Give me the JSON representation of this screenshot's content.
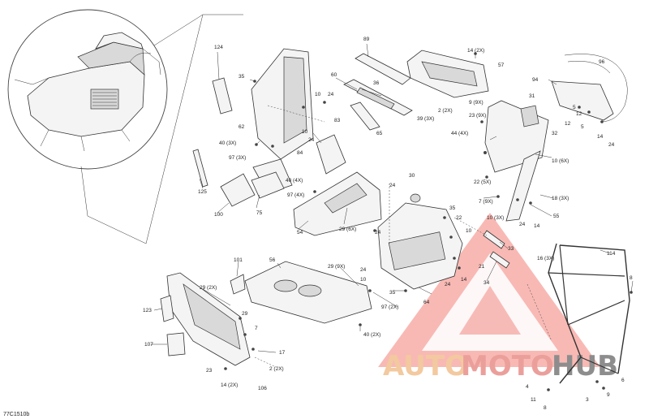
{
  "diagram": {
    "ref_code": "77C1510b",
    "watermark": {
      "part1": "AUTO",
      "part2": "MOTO",
      "part3": "HUB",
      "accent": "#e8413a",
      "orange": "#f2b27a",
      "gray": "#777777"
    },
    "labels": {
      "l124": "124",
      "l89": "89",
      "l14a": "14 (2X)",
      "l57": "57",
      "l96": "96",
      "l35a": "35",
      "l60": "60",
      "l36": "36",
      "l94": "94",
      "l10a": "10",
      "l24a": "24",
      "l62": "62",
      "l2a": "2 (2X)",
      "l31": "31",
      "l83": "83",
      "l9": "9 (9X)",
      "l23": "23 (9X)",
      "l39": "39 (3X)",
      "l10b": "10",
      "l24b": "24",
      "l65": "65",
      "l12a": "12",
      "l5a": "5",
      "l12b": "12",
      "l32": "32",
      "l5b": "5",
      "l14b": "14",
      "l24c": "24",
      "l40a": "40 (3X)",
      "l44": "44 (4X)",
      "l84": "84",
      "l97a": "97 (3X)",
      "l10c": "10 (6X)",
      "l125": "125",
      "l22": "22 (5X)",
      "l40b": "40 (4X)",
      "l24d": "24",
      "l30": "30",
      "l97b": "97 (4X)",
      "l18": "18 (3X)",
      "l7": "7 (9X)",
      "l100": "100",
      "l75": "75",
      "l35b": "35",
      "l10d": "10 (3X)",
      "l55": "55",
      "l22b": "22",
      "l29a": "29 (6X)",
      "l24e": "24",
      "l24f": "24",
      "l54": "54",
      "l10e": "10",
      "l33": "33",
      "l114": "114",
      "l56": "56",
      "l29b": "29 (9X)",
      "l101": "101",
      "l24g": "24",
      "l16": "16 (3X)",
      "l21": "21",
      "l10f": "10",
      "l29c": "29 (2X)",
      "l24h": "24",
      "l14c": "14",
      "l34": "34",
      "l8": "8",
      "l35c": "35",
      "l97c": "97 (2X)",
      "l64": "64",
      "l123": "123",
      "l29d": "29",
      "l40c": "40 (2X)",
      "l7b": "7",
      "l107": "107",
      "l17": "17",
      "l23b": "23",
      "l2b": "2 (2X)",
      "l14d": "14 (2X)",
      "l106": "106",
      "l4": "4",
      "l6": "6",
      "l11": "11",
      "l3": "3",
      "l9b": "9",
      "l8b": "8"
    }
  }
}
